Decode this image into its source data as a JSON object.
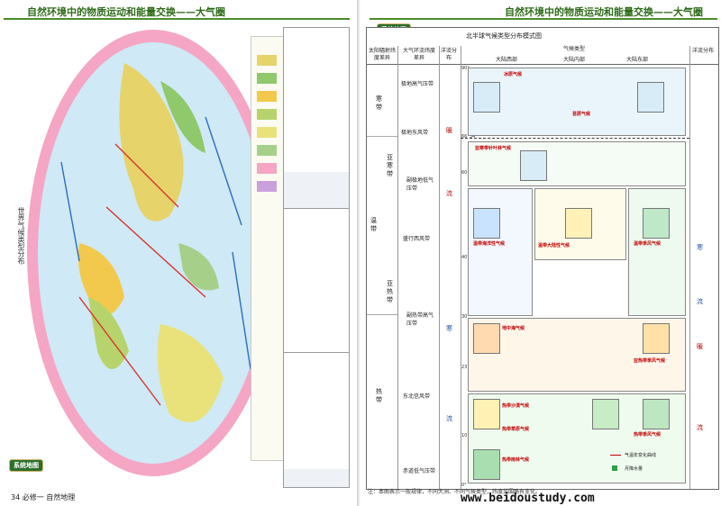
{
  "left_page": {
    "header_title": "自然环境中的物质运动和能量交换——大气圈",
    "map_title": "世界气候类型分布",
    "badge": "系统地图",
    "footer": "34 必修一 自然地理"
  },
  "right_page": {
    "header_title": "自然环境中的物质运动和能量交换——大气圈",
    "badge": "系统地图",
    "diagram_title": "北半球气候类型分布模式图",
    "columns": {
      "radiation": "太阳辐射纬度差异",
      "circulation": "大气环流纬度差异",
      "current_left": "洋流分布",
      "climate_type": "气候类型",
      "west": "大陆西部",
      "middle": "大陆内部",
      "east": "大陆东部",
      "current_right": "洋流分布"
    },
    "zones": [
      "寒带",
      "亚寒带",
      "温带",
      "亚热带",
      "热带"
    ],
    "pressure_belts": [
      "极地高气压带",
      "极地东风带",
      "副极地低气压带",
      "盛行西风带",
      "副热带高气压带",
      "东北信风带",
      "赤道低气压带"
    ],
    "latitudes": [
      "90°",
      "66°34'",
      "60°",
      "40°",
      "30°",
      "23°26'",
      "10°",
      "0°"
    ],
    "climates": [
      "冰原气候",
      "苔原气候",
      "亚寒带针叶林气候",
      "温带海洋性气候",
      "温带大陆性气候",
      "温带季风气候",
      "地中海气候",
      "亚热带季风气候",
      "热带沙漠气候",
      "热带草原气候",
      "热带季风气候",
      "热带雨林气候"
    ],
    "currents_left": [
      "暖",
      "流",
      "寒",
      "流"
    ],
    "currents_right": [
      "寒",
      "流",
      "暖",
      "流"
    ],
    "legend": [
      "气温年变化曲线",
      "月降水量"
    ],
    "footnote": "注：本图表示一般规律，不同大洲、不同气候类型，纬度范围略有变化。"
  },
  "watermark": "www.beidoustudy.com",
  "colors": {
    "header": "#2f6b1a",
    "ocean": "#cfe9f6",
    "rim": "#f2a7c4",
    "warm": "#d9342b",
    "cold": "#2a6fbf"
  }
}
